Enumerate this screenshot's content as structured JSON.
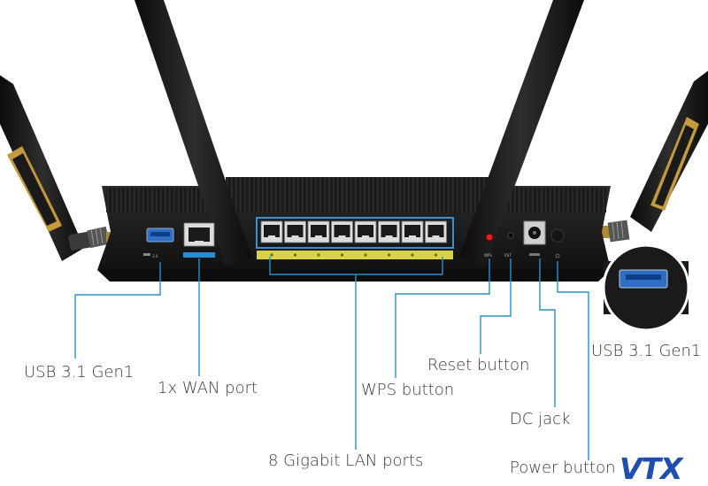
{
  "labels": {
    "usb_left": "USB 3.1 Gen1",
    "wan": "1x WAN port",
    "lan": "8 Gigabit LAN ports",
    "wps": "WPS button",
    "reset": "Reset button",
    "dc": "DC jack",
    "power": "Power button",
    "usb_right": "USB 3.1 Gen1"
  },
  "panel_markings": {
    "usb_mark": "3.0",
    "wps_mark": "WPS",
    "reset_mark": "RST"
  },
  "logo": {
    "text": "VTX"
  },
  "colors": {
    "callout_line": "#2b8fc9",
    "router_body": "#1c1c1c",
    "lan_highlight": "#3b8fd1",
    "led_strip": "#d8d24a",
    "antenna_accent": "#b8912f",
    "logo": "#1e4fae"
  }
}
